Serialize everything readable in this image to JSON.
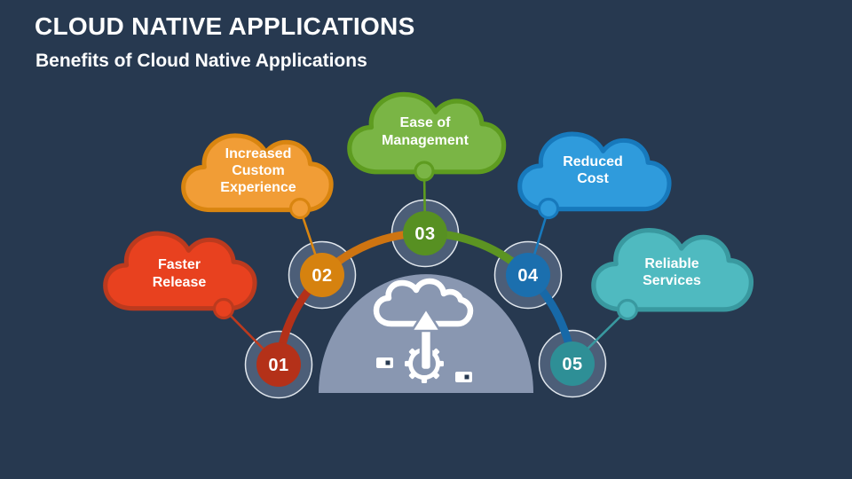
{
  "slide": {
    "title": "CLOUD NATIVE APPLICATIONS",
    "subtitle": "Benefits of Cloud Native Applications",
    "background_color": "#273950",
    "text_color": "#FFFFFF"
  },
  "center_graphic": {
    "icon": "cloud-upload-gear-icon",
    "dome_color": "#8997B1",
    "icon_color": "#FFFFFF",
    "chip_dot_color": "#273950"
  },
  "node_ring": {
    "fill": "#4C5E78",
    "stroke": "#E2E8EE"
  },
  "steps": [
    {
      "number": "01",
      "label_line1": "Faster",
      "label_line2": "Release",
      "cloud_fill": "#E8411F",
      "cloud_border": "#BC3A1E",
      "node_fill": "#B43119",
      "connector_to_next": "#B43119"
    },
    {
      "number": "02",
      "label_line1": "Increased",
      "label_line2": "Custom",
      "label_line3": "Experience",
      "cloud_fill": "#F19D36",
      "cloud_border": "#D98510",
      "node_fill": "#D6820F",
      "connector_to_next": "#CE7411"
    },
    {
      "number": "03",
      "label_line1": "Ease of",
      "label_line2": "Management",
      "cloud_fill": "#7AB545",
      "cloud_border": "#5E9C20",
      "node_fill": "#579022",
      "connector_to_next": "#5C9422"
    },
    {
      "number": "04",
      "label_line1": "Reduced",
      "label_line2": "Cost",
      "cloud_fill": "#2F9BDC",
      "cloud_border": "#1779BC",
      "node_fill": "#1B6FAE",
      "connector_to_next": "#1769A8"
    },
    {
      "number": "05",
      "label_line1": "Reliable",
      "label_line2": "Services",
      "cloud_fill": "#4FBAC0",
      "cloud_border": "#3999A0",
      "node_fill": "#2E8F96"
    }
  ]
}
